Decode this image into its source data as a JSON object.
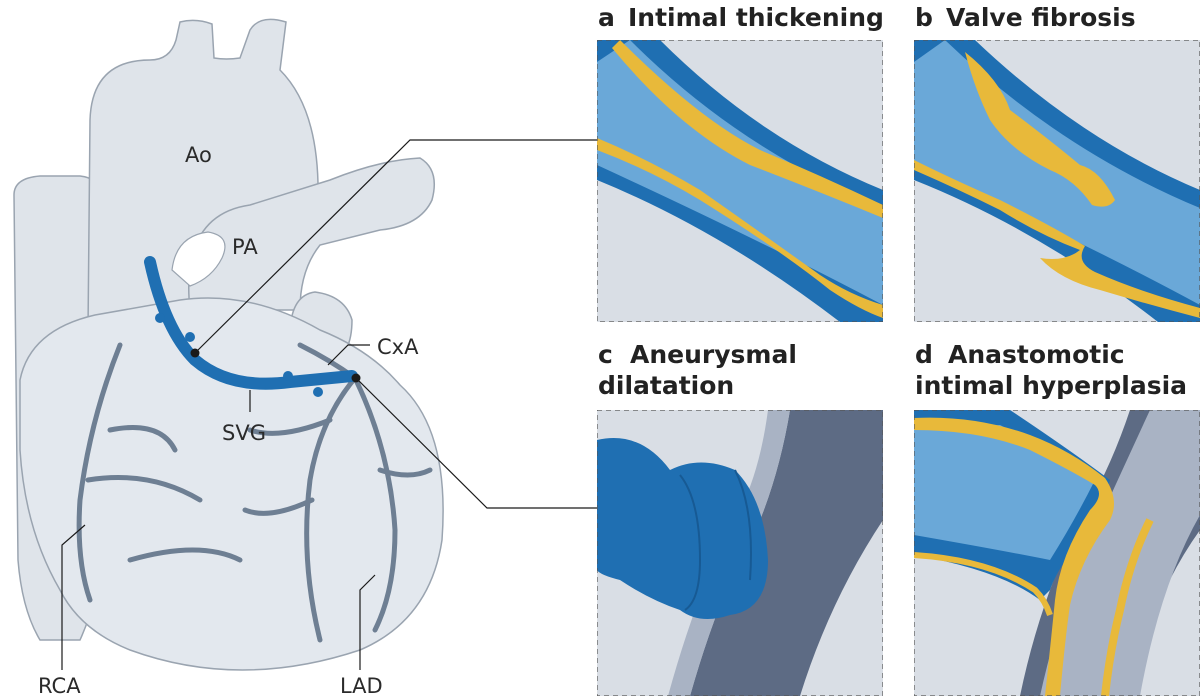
{
  "heart_labels": {
    "ao": "Ao",
    "pa": "PA",
    "cxa": "CxA",
    "svg": "SVG",
    "rca": "RCA",
    "lad": "LAD"
  },
  "panels": [
    {
      "letter": "a",
      "title_lines": [
        "Intimal thickening"
      ]
    },
    {
      "letter": "b",
      "title_lines": [
        "Valve fibrosis"
      ]
    },
    {
      "letter": "c",
      "title_lines": [
        "Aneurysmal",
        "dilatation"
      ]
    },
    {
      "letter": "d",
      "title_lines": [
        "Anastomotic",
        "intimal hyperplasia"
      ]
    }
  ],
  "colors": {
    "heart_fill": "#dfe4ea",
    "heart_stroke": "#9aa4b0",
    "coronary": "#6e7f93",
    "graft_blue": "#1f6fb2",
    "graft_lumen": "#6aa8d8",
    "intima_yellow": "#e8b93a",
    "artery_slate": "#5d6b84",
    "panel_bg": "#d9dee5"
  }
}
